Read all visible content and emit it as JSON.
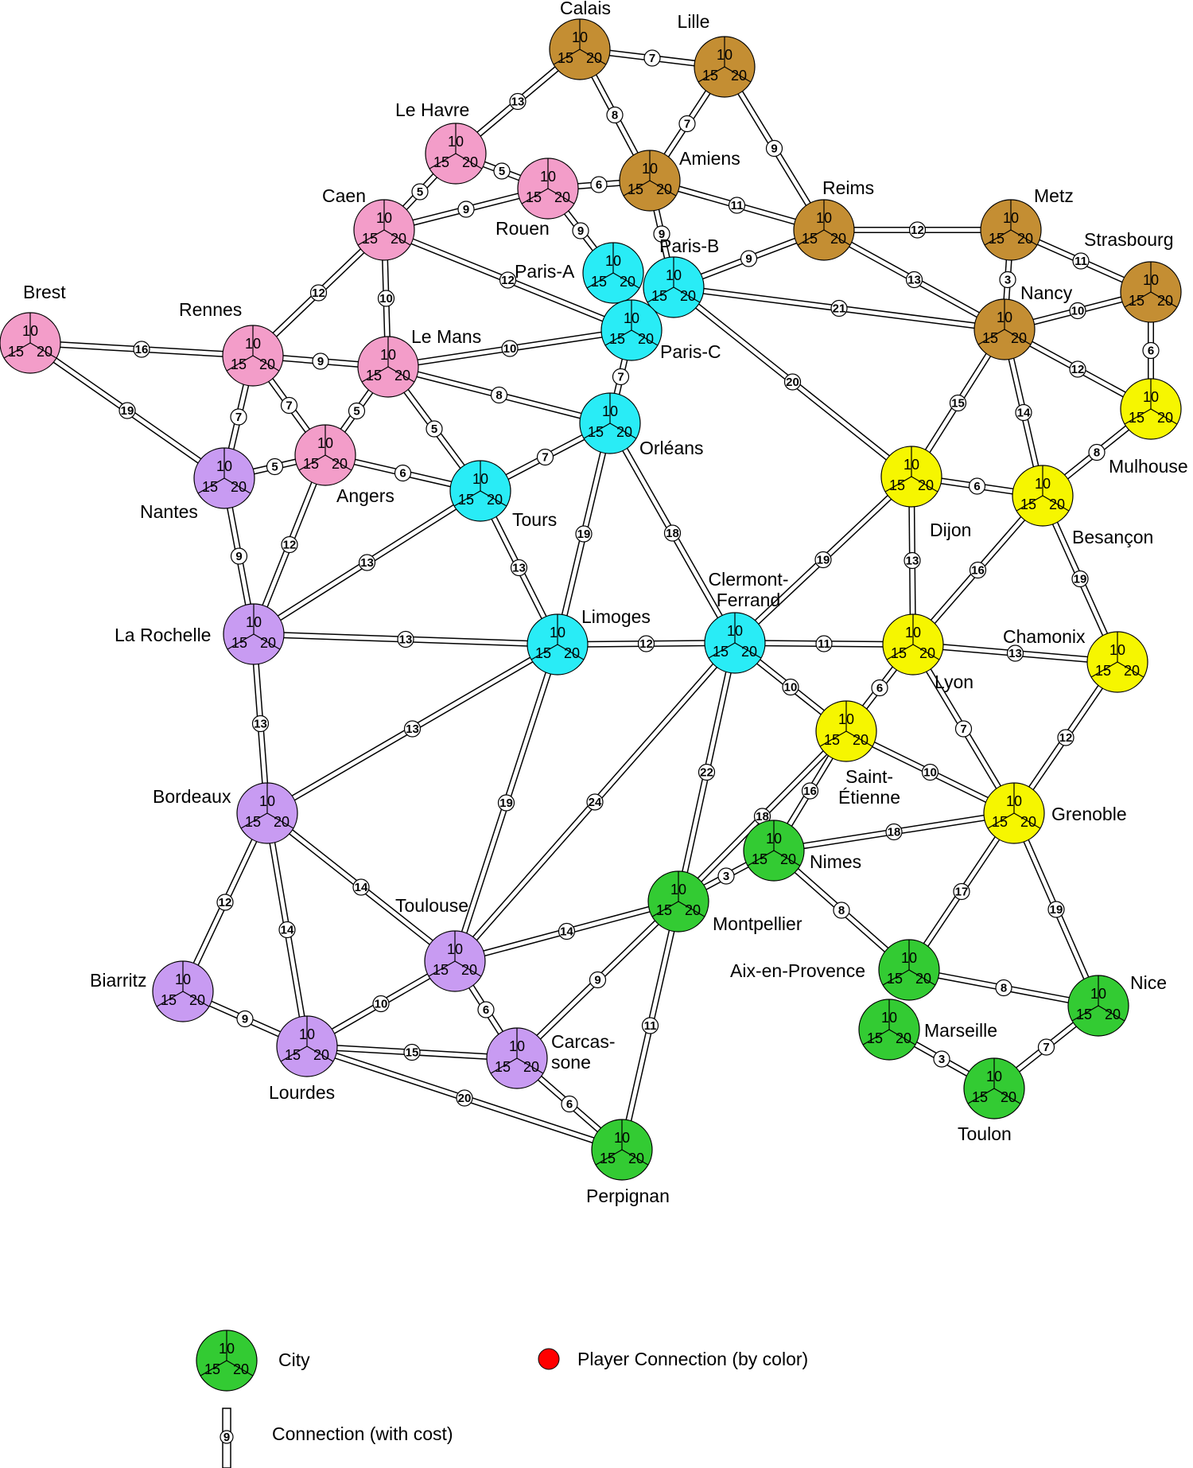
{
  "colors": {
    "region-1": "#f39dc9",
    "region-2": "#29ecf6",
    "region-3": "#c48e33",
    "region-4": "#c89bf2",
    "region-5": "#f6f600",
    "region-6": "#33cb33",
    "player-connection": "#ff0000"
  },
  "slots": [
    "10",
    "15",
    "20"
  ],
  "cities": [
    {
      "id": "calais",
      "name": "Calais",
      "region": "region-3"
    },
    {
      "id": "lille",
      "name": "Lille",
      "region": "region-3"
    },
    {
      "id": "amiens",
      "name": "Amiens",
      "region": "region-3"
    },
    {
      "id": "reims",
      "name": "Reims",
      "region": "region-3"
    },
    {
      "id": "metz",
      "name": "Metz",
      "region": "region-3"
    },
    {
      "id": "strasbourg",
      "name": "Strasbourg",
      "region": "region-3"
    },
    {
      "id": "nancy",
      "name": "Nancy",
      "region": "region-3"
    },
    {
      "id": "le-havre",
      "name": "Le Havre",
      "region": "region-1"
    },
    {
      "id": "rouen",
      "name": "Rouen",
      "region": "region-1"
    },
    {
      "id": "caen",
      "name": "Caen",
      "region": "region-1"
    },
    {
      "id": "brest",
      "name": "Brest",
      "region": "region-1"
    },
    {
      "id": "rennes",
      "name": "Rennes",
      "region": "region-1"
    },
    {
      "id": "le-mans",
      "name": "Le Mans",
      "region": "region-1"
    },
    {
      "id": "angers",
      "name": "Angers",
      "region": "region-1"
    },
    {
      "id": "paris-a",
      "name": "Paris-A",
      "region": "region-2"
    },
    {
      "id": "paris-b",
      "name": "Paris-B",
      "region": "region-2"
    },
    {
      "id": "paris-c",
      "name": "Paris-C",
      "region": "region-2"
    },
    {
      "id": "orleans",
      "name": "Orléans",
      "region": "region-2"
    },
    {
      "id": "tours",
      "name": "Tours",
      "region": "region-2"
    },
    {
      "id": "limoges",
      "name": "Limoges",
      "region": "region-2"
    },
    {
      "id": "clermont",
      "name": "Clermont-\nFerrand",
      "region": "region-2"
    },
    {
      "id": "nantes",
      "name": "Nantes",
      "region": "region-4"
    },
    {
      "id": "la-rochelle",
      "name": "La Rochelle",
      "region": "region-4"
    },
    {
      "id": "bordeaux",
      "name": "Bordeaux",
      "region": "region-4"
    },
    {
      "id": "biarritz",
      "name": "Biarritz",
      "region": "region-4"
    },
    {
      "id": "lourdes",
      "name": "Lourdes",
      "region": "region-4"
    },
    {
      "id": "toulouse",
      "name": "Toulouse",
      "region": "region-4"
    },
    {
      "id": "carcassone",
      "name": "Carcas-\nsone",
      "region": "region-4"
    },
    {
      "id": "mulhouse",
      "name": "Mulhouse",
      "region": "region-5"
    },
    {
      "id": "dijon",
      "name": "Dijon",
      "region": "region-5"
    },
    {
      "id": "besancon",
      "name": "Besançon",
      "region": "region-5"
    },
    {
      "id": "lyon",
      "name": "Lyon",
      "region": "region-5"
    },
    {
      "id": "chamonix",
      "name": "Chamonix",
      "region": "region-5"
    },
    {
      "id": "saint-etienne",
      "name": "Saint-\nÉtienne",
      "region": "region-5"
    },
    {
      "id": "grenoble",
      "name": "Grenoble",
      "region": "region-5"
    },
    {
      "id": "nimes",
      "name": "Nimes",
      "region": "region-6"
    },
    {
      "id": "montpellier",
      "name": "Montpellier",
      "region": "region-6"
    },
    {
      "id": "aix",
      "name": "Aix-en-Provence",
      "region": "region-6"
    },
    {
      "id": "nice",
      "name": "Nice",
      "region": "region-6"
    },
    {
      "id": "marseille",
      "name": "Marseille",
      "region": "region-6"
    },
    {
      "id": "toulon",
      "name": "Toulon",
      "region": "region-6"
    },
    {
      "id": "perpignan",
      "name": "Perpignan",
      "region": "region-6"
    }
  ],
  "connections": [
    {
      "a": "calais",
      "b": "lille",
      "cost": "7"
    },
    {
      "a": "calais",
      "b": "le-havre",
      "cost": "13"
    },
    {
      "a": "calais",
      "b": "amiens",
      "cost": "8"
    },
    {
      "a": "lille",
      "b": "amiens",
      "cost": "7"
    },
    {
      "a": "lille",
      "b": "reims",
      "cost": "9"
    },
    {
      "a": "le-havre",
      "b": "rouen",
      "cost": "5"
    },
    {
      "a": "le-havre",
      "b": "caen",
      "cost": "5"
    },
    {
      "a": "rouen",
      "b": "amiens",
      "cost": "6"
    },
    {
      "a": "rouen",
      "b": "caen",
      "cost": "9"
    },
    {
      "a": "rouen",
      "b": "paris-a",
      "cost": "9"
    },
    {
      "a": "amiens",
      "b": "paris-b",
      "cost": "9"
    },
    {
      "a": "amiens",
      "b": "reims",
      "cost": "11"
    },
    {
      "a": "reims",
      "b": "metz",
      "cost": "12"
    },
    {
      "a": "reims",
      "b": "nancy",
      "cost": "13"
    },
    {
      "a": "reims",
      "b": "paris-b",
      "cost": "9"
    },
    {
      "a": "metz",
      "b": "strasbourg",
      "cost": "11"
    },
    {
      "a": "metz",
      "b": "nancy",
      "cost": "3"
    },
    {
      "a": "nancy",
      "b": "strasbourg",
      "cost": "10"
    },
    {
      "a": "nancy",
      "b": "paris-b",
      "cost": "21"
    },
    {
      "a": "nancy",
      "b": "mulhouse",
      "cost": "12"
    },
    {
      "a": "nancy",
      "b": "dijon",
      "cost": "15"
    },
    {
      "a": "nancy",
      "b": "besancon",
      "cost": "14"
    },
    {
      "a": "strasbourg",
      "b": "mulhouse",
      "cost": "6"
    },
    {
      "a": "caen",
      "b": "rennes",
      "cost": "12"
    },
    {
      "a": "caen",
      "b": "le-mans",
      "cost": "10"
    },
    {
      "a": "caen",
      "b": "paris-c",
      "cost": "12"
    },
    {
      "a": "brest",
      "b": "rennes",
      "cost": "16"
    },
    {
      "a": "brest",
      "b": "nantes",
      "cost": "19"
    },
    {
      "a": "rennes",
      "b": "le-mans",
      "cost": "9"
    },
    {
      "a": "rennes",
      "b": "nantes",
      "cost": "7"
    },
    {
      "a": "rennes",
      "b": "angers",
      "cost": "7"
    },
    {
      "a": "le-mans",
      "b": "paris-c",
      "cost": "10"
    },
    {
      "a": "le-mans",
      "b": "angers",
      "cost": "5"
    },
    {
      "a": "le-mans",
      "b": "orleans",
      "cost": "8"
    },
    {
      "a": "le-mans",
      "b": "tours",
      "cost": "5"
    },
    {
      "a": "paris-c",
      "b": "orleans",
      "cost": "7"
    },
    {
      "a": "paris-b",
      "b": "dijon",
      "cost": "20"
    },
    {
      "a": "nantes",
      "b": "angers",
      "cost": "5"
    },
    {
      "a": "nantes",
      "b": "la-rochelle",
      "cost": "9"
    },
    {
      "a": "angers",
      "b": "tours",
      "cost": "6"
    },
    {
      "a": "angers",
      "b": "la-rochelle",
      "cost": "12"
    },
    {
      "a": "orleans",
      "b": "tours",
      "cost": "7"
    },
    {
      "a": "orleans",
      "b": "limoges",
      "cost": "19"
    },
    {
      "a": "orleans",
      "b": "clermont",
      "cost": "18"
    },
    {
      "a": "tours",
      "b": "la-rochelle",
      "cost": "13"
    },
    {
      "a": "tours",
      "b": "limoges",
      "cost": "13"
    },
    {
      "a": "la-rochelle",
      "b": "limoges",
      "cost": "13"
    },
    {
      "a": "la-rochelle",
      "b": "bordeaux",
      "cost": "13"
    },
    {
      "a": "limoges",
      "b": "clermont",
      "cost": "12"
    },
    {
      "a": "limoges",
      "b": "bordeaux",
      "cost": "13"
    },
    {
      "a": "limoges",
      "b": "toulouse",
      "cost": "19"
    },
    {
      "a": "clermont",
      "b": "dijon",
      "cost": "19"
    },
    {
      "a": "clermont",
      "b": "lyon",
      "cost": "11"
    },
    {
      "a": "clermont",
      "b": "saint-etienne",
      "cost": "10"
    },
    {
      "a": "clermont",
      "b": "toulouse",
      "cost": "24"
    },
    {
      "a": "clermont",
      "b": "montpellier",
      "cost": "22"
    },
    {
      "a": "dijon",
      "b": "besancon",
      "cost": "6"
    },
    {
      "a": "dijon",
      "b": "lyon",
      "cost": "13"
    },
    {
      "a": "besancon",
      "b": "mulhouse",
      "cost": "8"
    },
    {
      "a": "besancon",
      "b": "lyon",
      "cost": "16"
    },
    {
      "a": "besancon",
      "b": "chamonix",
      "cost": "19"
    },
    {
      "a": "lyon",
      "b": "chamonix",
      "cost": "13"
    },
    {
      "a": "lyon",
      "b": "saint-etienne",
      "cost": "6"
    },
    {
      "a": "lyon",
      "b": "grenoble",
      "cost": "7"
    },
    {
      "a": "chamonix",
      "b": "grenoble",
      "cost": "12"
    },
    {
      "a": "saint-etienne",
      "b": "grenoble",
      "cost": "10"
    },
    {
      "a": "saint-etienne",
      "b": "nimes",
      "cost": "16"
    },
    {
      "a": "saint-etienne",
      "b": "montpellier",
      "cost": "18"
    },
    {
      "a": "grenoble",
      "b": "nimes",
      "cost": "18"
    },
    {
      "a": "grenoble",
      "b": "aix",
      "cost": "17"
    },
    {
      "a": "grenoble",
      "b": "nice",
      "cost": "19"
    },
    {
      "a": "nimes",
      "b": "montpellier",
      "cost": "3"
    },
    {
      "a": "nimes",
      "b": "aix",
      "cost": "8"
    },
    {
      "a": "aix",
      "b": "nice",
      "cost": "8"
    },
    {
      "a": "nice",
      "b": "toulon",
      "cost": "7"
    },
    {
      "a": "marseille",
      "b": "toulon",
      "cost": "3"
    },
    {
      "a": "montpellier",
      "b": "toulouse",
      "cost": "14"
    },
    {
      "a": "montpellier",
      "b": "carcassone",
      "cost": "9"
    },
    {
      "a": "montpellier",
      "b": "perpignan",
      "cost": "11"
    },
    {
      "a": "bordeaux",
      "b": "biarritz",
      "cost": "12"
    },
    {
      "a": "bordeaux",
      "b": "lourdes",
      "cost": "14"
    },
    {
      "a": "bordeaux",
      "b": "toulouse",
      "cost": "14"
    },
    {
      "a": "biarritz",
      "b": "lourdes",
      "cost": "9"
    },
    {
      "a": "lourdes",
      "b": "toulouse",
      "cost": "10"
    },
    {
      "a": "lourdes",
      "b": "carcassone",
      "cost": "15"
    },
    {
      "a": "lourdes",
      "b": "perpignan",
      "cost": "20"
    },
    {
      "a": "toulouse",
      "b": "carcassone",
      "cost": "6"
    },
    {
      "a": "carcassone",
      "b": "perpignan",
      "cost": "6"
    }
  ],
  "legend": {
    "city_label": "City",
    "connection_label": "Connection (with cost)",
    "connection_example_cost": "9",
    "player_connection_label": "Player Connection (by color)"
  }
}
